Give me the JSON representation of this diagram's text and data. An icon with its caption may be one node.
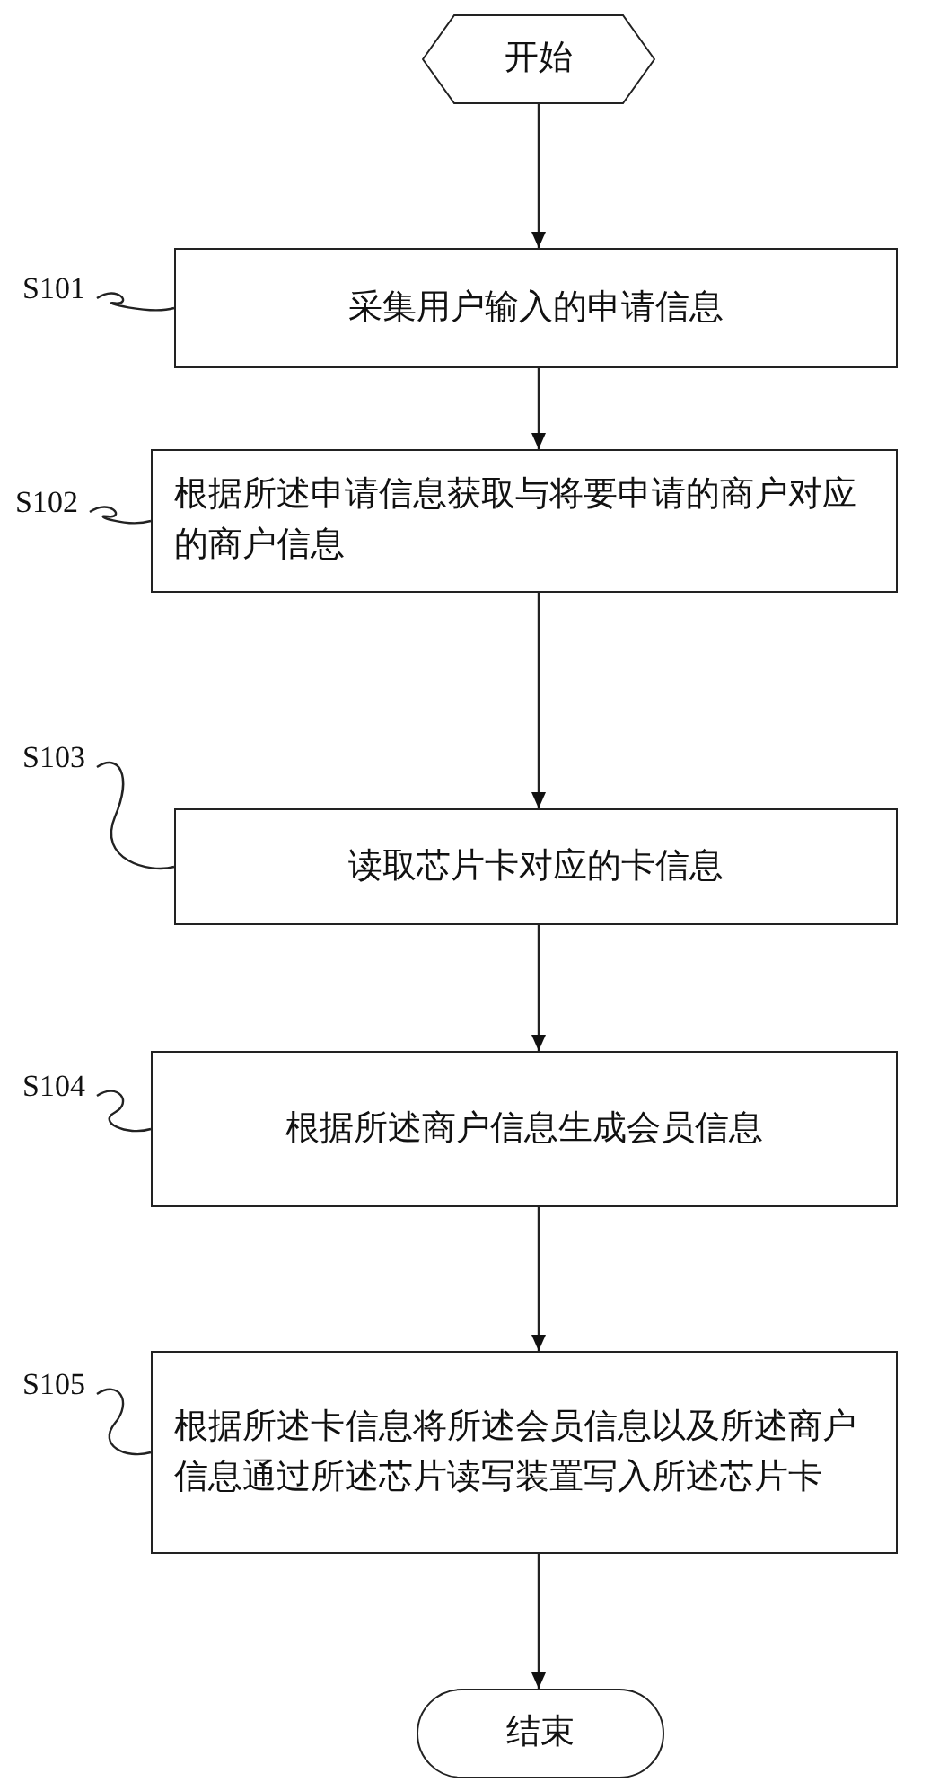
{
  "diagram": {
    "nodes": [
      {
        "text": [
          "开始"
        ]
      },
      {
        "text": [
          "S101"
        ]
      },
      {
        "text": [
          "采集用户输入的申请信息"
        ]
      },
      {
        "text": [
          "S102"
        ]
      },
      {
        "text": [
          "根据所述申请信息获取与将要申请的商户对应的商户信息"
        ]
      },
      {
        "text": [
          "S103"
        ]
      },
      {
        "text": [
          "读取芯片卡对应的卡信息"
        ]
      },
      {
        "text": [
          "S104"
        ]
      },
      {
        "text": [
          "根据所述商户信息生成会员信息"
        ]
      },
      {
        "text": [
          "S105"
        ]
      },
      {
        "text": [
          "根据所述卡信息将所述会员信息以及所述商户信息通过所述芯片读写装置写入所述芯片卡"
        ]
      },
      {
        "text": [
          "结束"
        ]
      }
    ],
    "edges": [
      {
        "from": 0,
        "to": 2,
        "arrow": "to"
      },
      {
        "from": 2,
        "to": 4,
        "arrow": "to"
      },
      {
        "from": 4,
        "to": 6,
        "arrow": "to"
      },
      {
        "from": 6,
        "to": 8,
        "arrow": "to"
      },
      {
        "from": 8,
        "to": 10,
        "arrow": "to"
      },
      {
        "from": 10,
        "to": 11,
        "arrow": "to"
      },
      {
        "from": 1,
        "to": 2,
        "arrow": "none"
      },
      {
        "from": 3,
        "to": 4,
        "arrow": "none"
      },
      {
        "from": 5,
        "to": 6,
        "arrow": "none"
      },
      {
        "from": 7,
        "to": 8,
        "arrow": "none"
      },
      {
        "from": 9,
        "to": 10,
        "arrow": "none"
      }
    ]
  }
}
